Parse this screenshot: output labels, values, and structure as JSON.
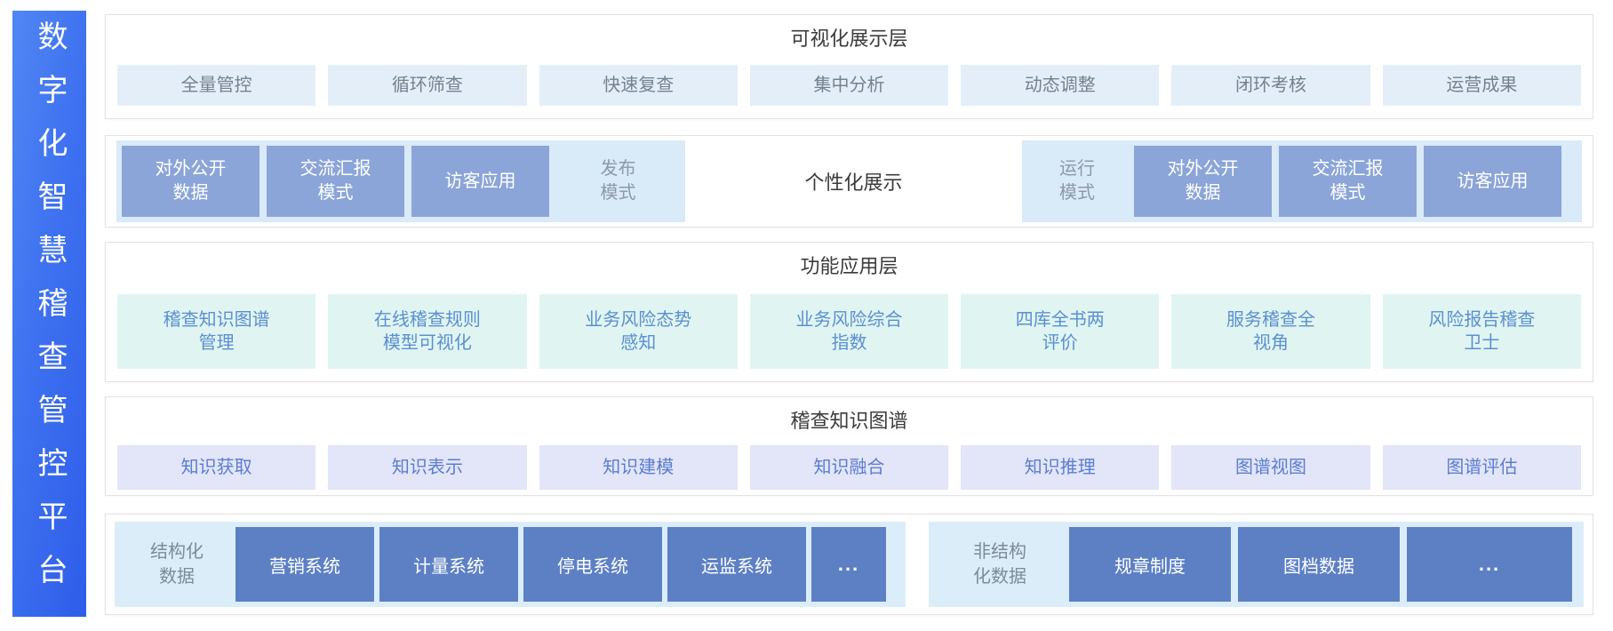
{
  "sidebar": {
    "title": "数字化智慧稽查管控平台"
  },
  "visualization_layer": {
    "title": "可视化展示层",
    "items": [
      "全量管控",
      "循环筛查",
      "快速复查",
      "集中分析",
      "动态调整",
      "闭环考核",
      "运营成果"
    ]
  },
  "display_modes": {
    "publish": {
      "label": "发布\n模式",
      "items": [
        "对外公开\n数据",
        "交流汇报\n模式",
        "访客应用"
      ]
    },
    "center_label": "个性化展示",
    "run": {
      "label": "运行\n模式",
      "items": [
        "对外公开\n数据",
        "交流汇报\n模式",
        "访客应用"
      ]
    }
  },
  "function_layer": {
    "title": "功能应用层",
    "items": [
      "稽查知识图谱\n管理",
      "在线稽查规则\n模型可视化",
      "业务风险态势\n感知",
      "业务风险综合\n指数",
      "四库全书两\n评价",
      "服务稽查全\n视角",
      "风险报告稽查\n卫士"
    ]
  },
  "knowledge_graph_layer": {
    "title": "稽查知识图谱",
    "items": [
      "知识获取",
      "知识表示",
      "知识建模",
      "知识融合",
      "知识推理",
      "图谱视图",
      "图谱评估"
    ]
  },
  "data_layer": {
    "structured": {
      "label": "结构化\n数据",
      "items": [
        "营销系统",
        "计量系统",
        "停电系统",
        "运监系统"
      ],
      "more": "..."
    },
    "unstructured": {
      "label": "非结构\n化数据",
      "items": [
        "规章制度",
        "图档数据"
      ],
      "more": "..."
    }
  },
  "colors": {
    "sidebar_gradient_start": "#5187f4",
    "sidebar_gradient_end": "#2e5de9",
    "visualization_chip_bg": "#e4eef9",
    "mode_panel_bg": "#d9eaf8",
    "mode_chip_bg": "#8ba5d8",
    "function_chip_bg": "#e0f5f1",
    "graph_chip_bg": "#e3e5f8",
    "data_panel_bg": "#dcedfa",
    "data_chip_bg": "#5d80c5"
  }
}
